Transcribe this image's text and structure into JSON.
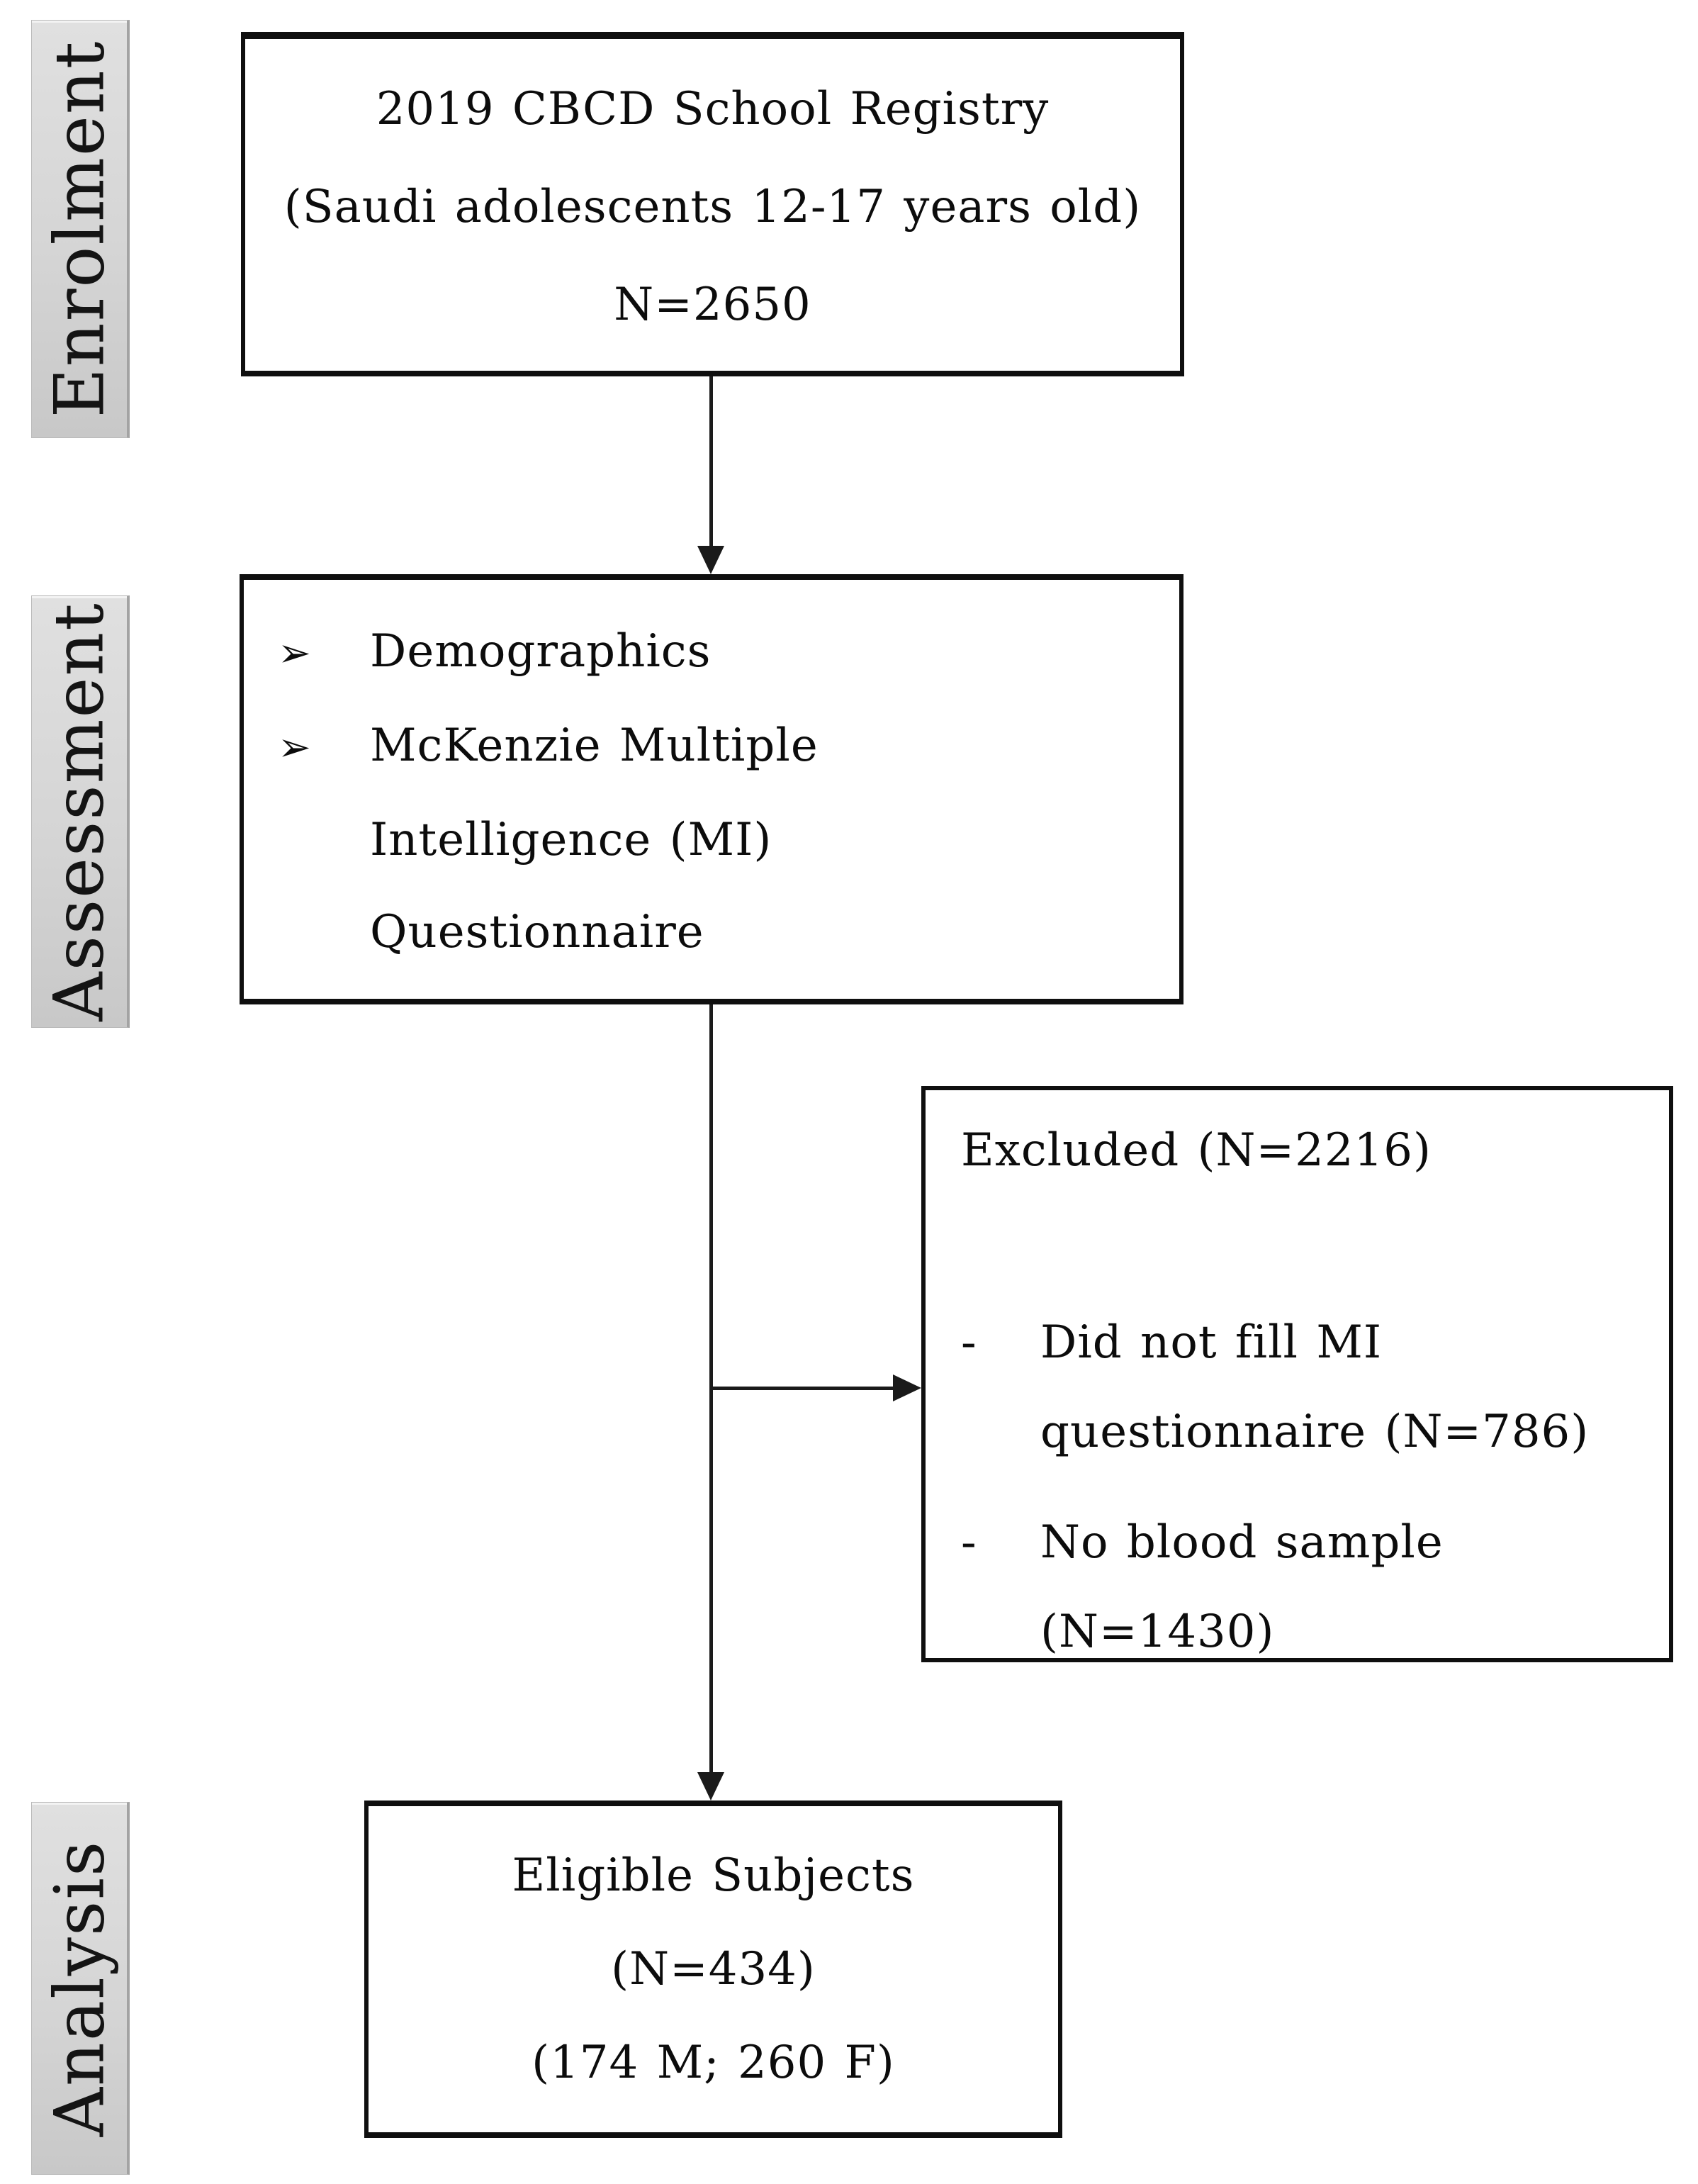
{
  "palette": {
    "background": "#ffffff",
    "box_border": "#0f0f0f",
    "text": "#0c0c0c",
    "stage_fill_top": "#e0e0e0",
    "stage_fill_bottom": "#c8c8c8",
    "stage_border": "#a3a3a3",
    "connector": "#1a1a1a"
  },
  "stages": [
    {
      "label": "Enrolment"
    },
    {
      "label": "Assessment"
    },
    {
      "label": "Analysis"
    }
  ],
  "registry_box": {
    "lines": [
      "2019 CBCD School Registry",
      "(Saudi adolescents 12-17 years old)",
      "N=2650"
    ]
  },
  "assessment_box": {
    "bullet_glyph": "➢",
    "items": [
      {
        "lines": [
          "Demographics"
        ]
      },
      {
        "lines": [
          "McKenzie Multiple",
          "Intelligence (MI)",
          "Questionnaire"
        ]
      }
    ]
  },
  "excluded_box": {
    "title": "Excluded (N=2216)",
    "dash_glyph": "-",
    "items": [
      {
        "lines": [
          "Did not fill MI",
          "questionnaire (N=786)"
        ]
      },
      {
        "lines": [
          "No blood sample",
          "(N=1430)"
        ]
      }
    ]
  },
  "eligible_box": {
    "lines": [
      "Eligible Subjects",
      "(N=434)",
      "(174 M; 260 F)"
    ]
  }
}
